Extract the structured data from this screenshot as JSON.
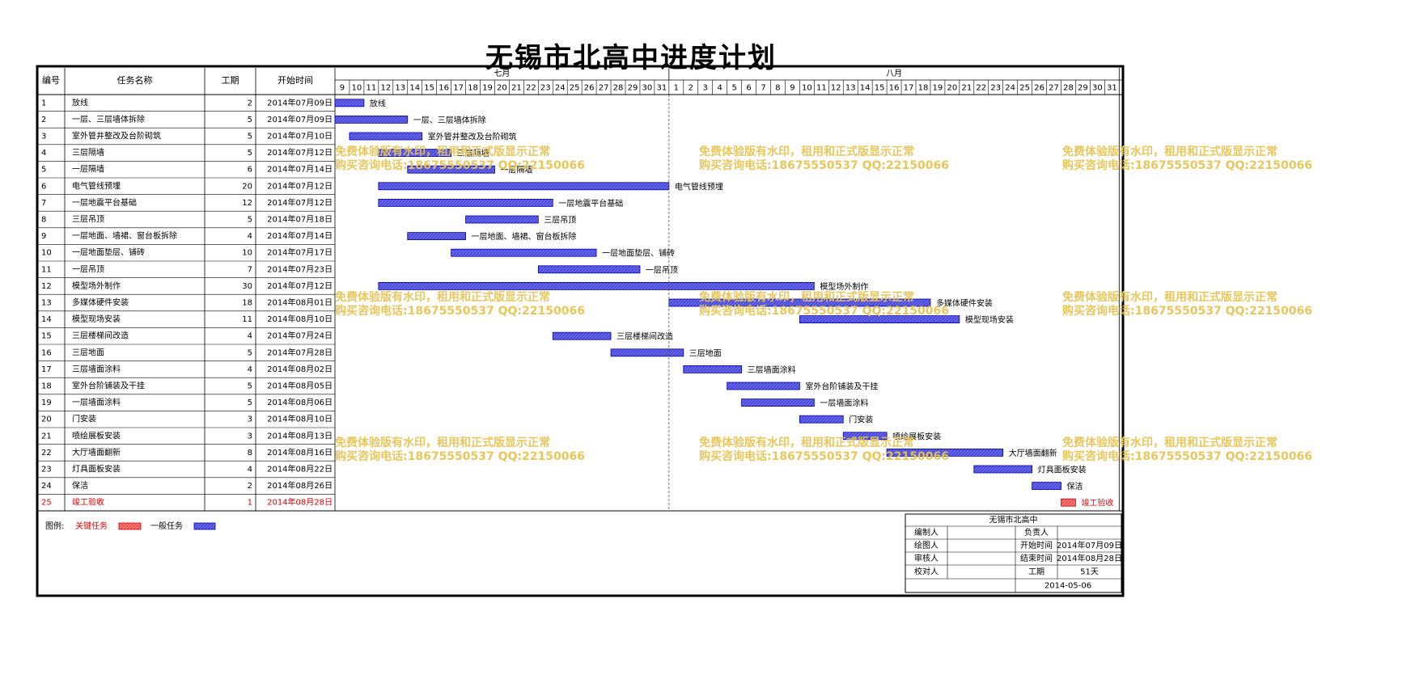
{
  "title": "无锡市北高中进度计划",
  "headers": {
    "id": "编号",
    "name": "任务名称",
    "duration": "工期",
    "start": "开始时间"
  },
  "months": [
    {
      "label": "七月",
      "days": [
        9,
        10,
        11,
        12,
        13,
        14,
        15,
        16,
        17,
        18,
        19,
        20,
        21,
        22,
        23,
        24,
        25,
        26,
        27,
        28,
        29,
        30,
        31
      ]
    },
    {
      "label": "八月",
      "days": [
        1,
        2,
        3,
        4,
        5,
        6,
        7,
        8,
        9,
        10,
        11,
        12,
        13,
        14,
        15,
        16,
        17,
        18,
        19,
        20,
        21,
        22,
        23,
        24,
        25,
        26,
        27,
        28,
        29,
        30,
        31
      ]
    }
  ],
  "chart_data": {
    "type": "gantt",
    "x_start": "2014-07-09",
    "x_end": "2014-08-31",
    "tasks": [
      {
        "id": "1",
        "name": "放线",
        "duration": "2",
        "start": "2014年07月09日",
        "start_iso": "2014-07-09",
        "days": 2,
        "critical": false
      },
      {
        "id": "2",
        "name": "一层、三层墙体拆除",
        "duration": "5",
        "start": "2014年07月09日",
        "start_iso": "2014-07-09",
        "days": 5,
        "critical": false
      },
      {
        "id": "3",
        "name": "室外管井整改及台阶砌筑",
        "duration": "5",
        "start": "2014年07月10日",
        "start_iso": "2014-07-10",
        "days": 5,
        "critical": false
      },
      {
        "id": "4",
        "name": "三层隔墙",
        "duration": "5",
        "start": "2014年07月12日",
        "start_iso": "2014-07-12",
        "days": 5,
        "critical": false
      },
      {
        "id": "5",
        "name": "一层隔墙",
        "duration": "6",
        "start": "2014年07月14日",
        "start_iso": "2014-07-14",
        "days": 6,
        "critical": false
      },
      {
        "id": "6",
        "name": "电气管线预埋",
        "duration": "20",
        "start": "2014年07月12日",
        "start_iso": "2014-07-12",
        "days": 20,
        "critical": false
      },
      {
        "id": "7",
        "name": "一层地震平台基础",
        "duration": "12",
        "start": "2014年07月12日",
        "start_iso": "2014-07-12",
        "days": 12,
        "critical": false
      },
      {
        "id": "8",
        "name": "三层吊顶",
        "duration": "5",
        "start": "2014年07月18日",
        "start_iso": "2014-07-18",
        "days": 5,
        "critical": false
      },
      {
        "id": "9",
        "name": "一层地面、墙裙、窗台板拆除",
        "duration": "4",
        "start": "2014年07月14日",
        "start_iso": "2014-07-14",
        "days": 4,
        "critical": false
      },
      {
        "id": "10",
        "name": "一层地面垫层、铺砖",
        "duration": "10",
        "start": "2014年07月17日",
        "start_iso": "2014-07-17",
        "days": 10,
        "critical": false
      },
      {
        "id": "11",
        "name": "一层吊顶",
        "duration": "7",
        "start": "2014年07月23日",
        "start_iso": "2014-07-23",
        "days": 7,
        "critical": false
      },
      {
        "id": "12",
        "name": "模型场外制作",
        "duration": "30",
        "start": "2014年07月12日",
        "start_iso": "2014-07-12",
        "days": 30,
        "critical": false
      },
      {
        "id": "13",
        "name": "多媒体硬件安装",
        "duration": "18",
        "start": "2014年08月01日",
        "start_iso": "2014-08-01",
        "days": 18,
        "critical": false
      },
      {
        "id": "14",
        "name": "模型现场安装",
        "duration": "11",
        "start": "2014年08月10日",
        "start_iso": "2014-08-10",
        "days": 11,
        "critical": false
      },
      {
        "id": "15",
        "name": "三层楼梯间改造",
        "duration": "4",
        "start": "2014年07月24日",
        "start_iso": "2014-07-24",
        "days": 4,
        "critical": false
      },
      {
        "id": "16",
        "name": "三层地面",
        "duration": "5",
        "start": "2014年07月28日",
        "start_iso": "2014-07-28",
        "days": 5,
        "critical": false
      },
      {
        "id": "17",
        "name": "三层墙面涂料",
        "duration": "4",
        "start": "2014年08月02日",
        "start_iso": "2014-08-02",
        "days": 4,
        "critical": false
      },
      {
        "id": "18",
        "name": "室外台阶铺装及干挂",
        "duration": "5",
        "start": "2014年08月05日",
        "start_iso": "2014-08-05",
        "days": 5,
        "critical": false
      },
      {
        "id": "19",
        "name": "一层墙面涂料",
        "duration": "5",
        "start": "2014年08月06日",
        "start_iso": "2014-08-06",
        "days": 5,
        "critical": false
      },
      {
        "id": "20",
        "name": "门安装",
        "duration": "3",
        "start": "2014年08月10日",
        "start_iso": "2014-08-10",
        "days": 3,
        "critical": false
      },
      {
        "id": "21",
        "name": "喷绘展板安装",
        "duration": "3",
        "start": "2014年08月13日",
        "start_iso": "2014-08-13",
        "days": 3,
        "critical": false
      },
      {
        "id": "22",
        "name": "大厅墙面翻新",
        "duration": "8",
        "start": "2014年08月16日",
        "start_iso": "2014-08-16",
        "days": 8,
        "critical": false
      },
      {
        "id": "23",
        "name": "灯具面板安装",
        "duration": "4",
        "start": "2014年08月22日",
        "start_iso": "2014-08-22",
        "days": 4,
        "critical": false
      },
      {
        "id": "24",
        "name": "保洁",
        "duration": "2",
        "start": "2014年08月26日",
        "start_iso": "2014-08-26",
        "days": 2,
        "critical": false
      },
      {
        "id": "25",
        "name": "竣工验收",
        "duration": "1",
        "start": "2014年08月28日",
        "start_iso": "2014-08-28",
        "days": 1,
        "critical": true
      }
    ],
    "colors": {
      "normal_fill": "#6666ee",
      "normal_stroke": "#0000aa",
      "critical_fill": "#ff7777",
      "critical_stroke": "#cc0000",
      "critical_text": "#e00000"
    }
  },
  "legend": {
    "label": "图例:",
    "critical": "关键任务",
    "normal": "一般任务"
  },
  "info": {
    "org": "无锡市北高中",
    "compiler_label": "编制人",
    "compiler": "",
    "manager_label": "负责人",
    "manager": "",
    "drawer_label": "绘图人",
    "drawer": "",
    "start_label": "开始时间",
    "start": "2014年07月09日",
    "reviewer_label": "审核人",
    "reviewer": "",
    "end_label": "结束时间",
    "end": "2014年08月28日",
    "checker_label": "校对人",
    "checker": "",
    "duration_label": "工期",
    "duration": "51天",
    "date": "2014-05-06"
  },
  "watermark": {
    "line1": "免费体验版有水印，租用和正式版显示正常",
    "line2": "购买咨询电话:18675550537 QQ:22150066"
  }
}
